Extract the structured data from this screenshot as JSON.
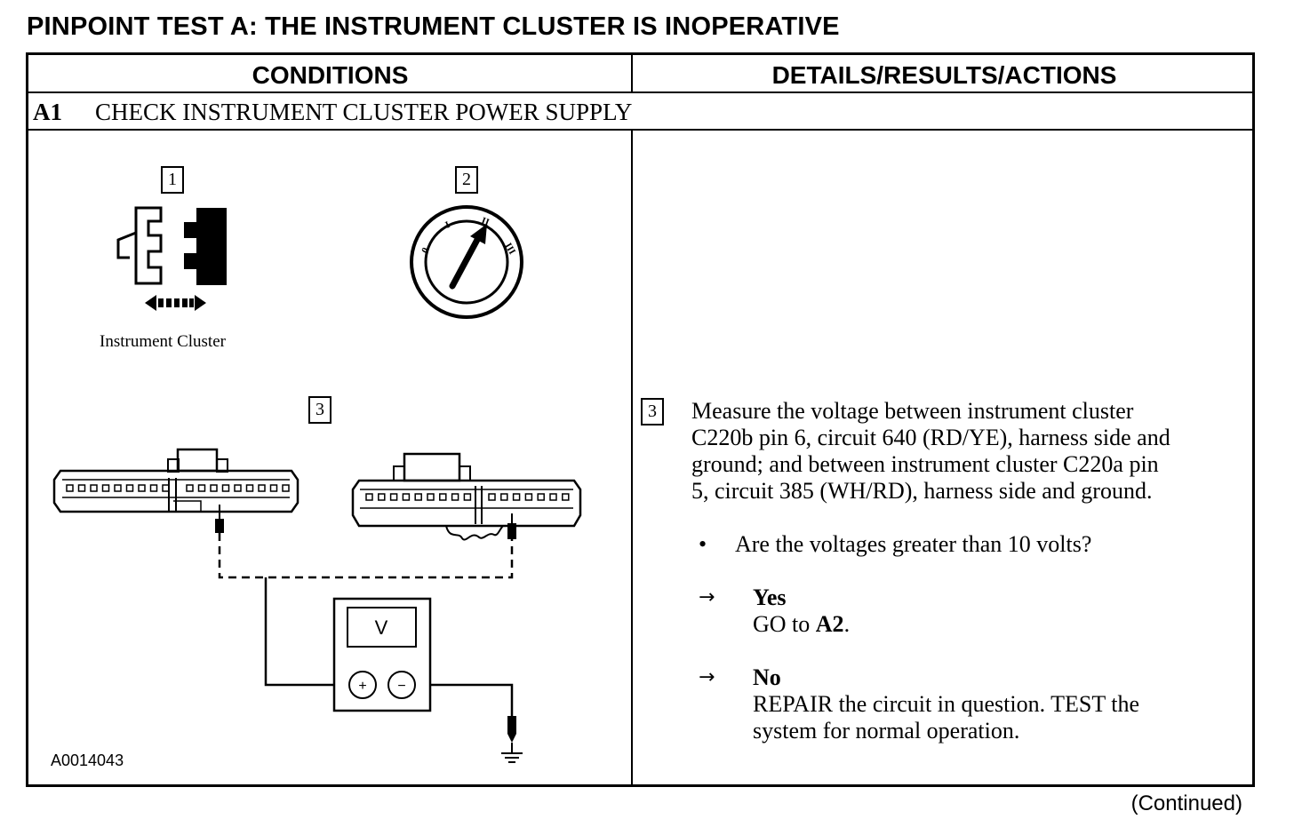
{
  "title": "PINPOINT TEST A: THE INSTRUMENT CLUSTER IS INOPERATIVE",
  "table": {
    "col_conditions": "CONDITIONS",
    "col_details": "DETAILS/RESULTS/ACTIONS"
  },
  "step": {
    "id": "A1",
    "title": "CHECK INSTRUMENT CLUSTER POWER SUPPLY"
  },
  "figure": {
    "callout_1": "1",
    "callout_2": "2",
    "callout_3": "3",
    "connector_caption": "Instrument Cluster",
    "ignition_labels": [
      "0",
      "I",
      "II",
      "III"
    ],
    "meter_label": "V",
    "meter_plus": "+",
    "meter_minus": "−",
    "figure_id": "A0014043"
  },
  "details": {
    "step_number": "3",
    "instruction_line1": "Measure the voltage between instrument cluster",
    "instruction_line2": "C220b pin 6, circuit 640 (RD/YE), harness side and",
    "instruction_line3": "ground; and between instrument cluster C220a pin",
    "instruction_line4": "5, circuit 385 (WH/RD), harness side and ground.",
    "bullet": "•",
    "question": "Are the voltages greater than 10 volts?",
    "arrow": "→",
    "yes_label": "Yes",
    "yes_action_prefix": "GO to ",
    "yes_action_target": "A2",
    "yes_action_suffix": ".",
    "no_label": "No",
    "no_action_line1": "REPAIR the circuit in question. TEST the",
    "no_action_line2": "system for normal operation."
  },
  "footer": {
    "continued": "(Continued)"
  }
}
